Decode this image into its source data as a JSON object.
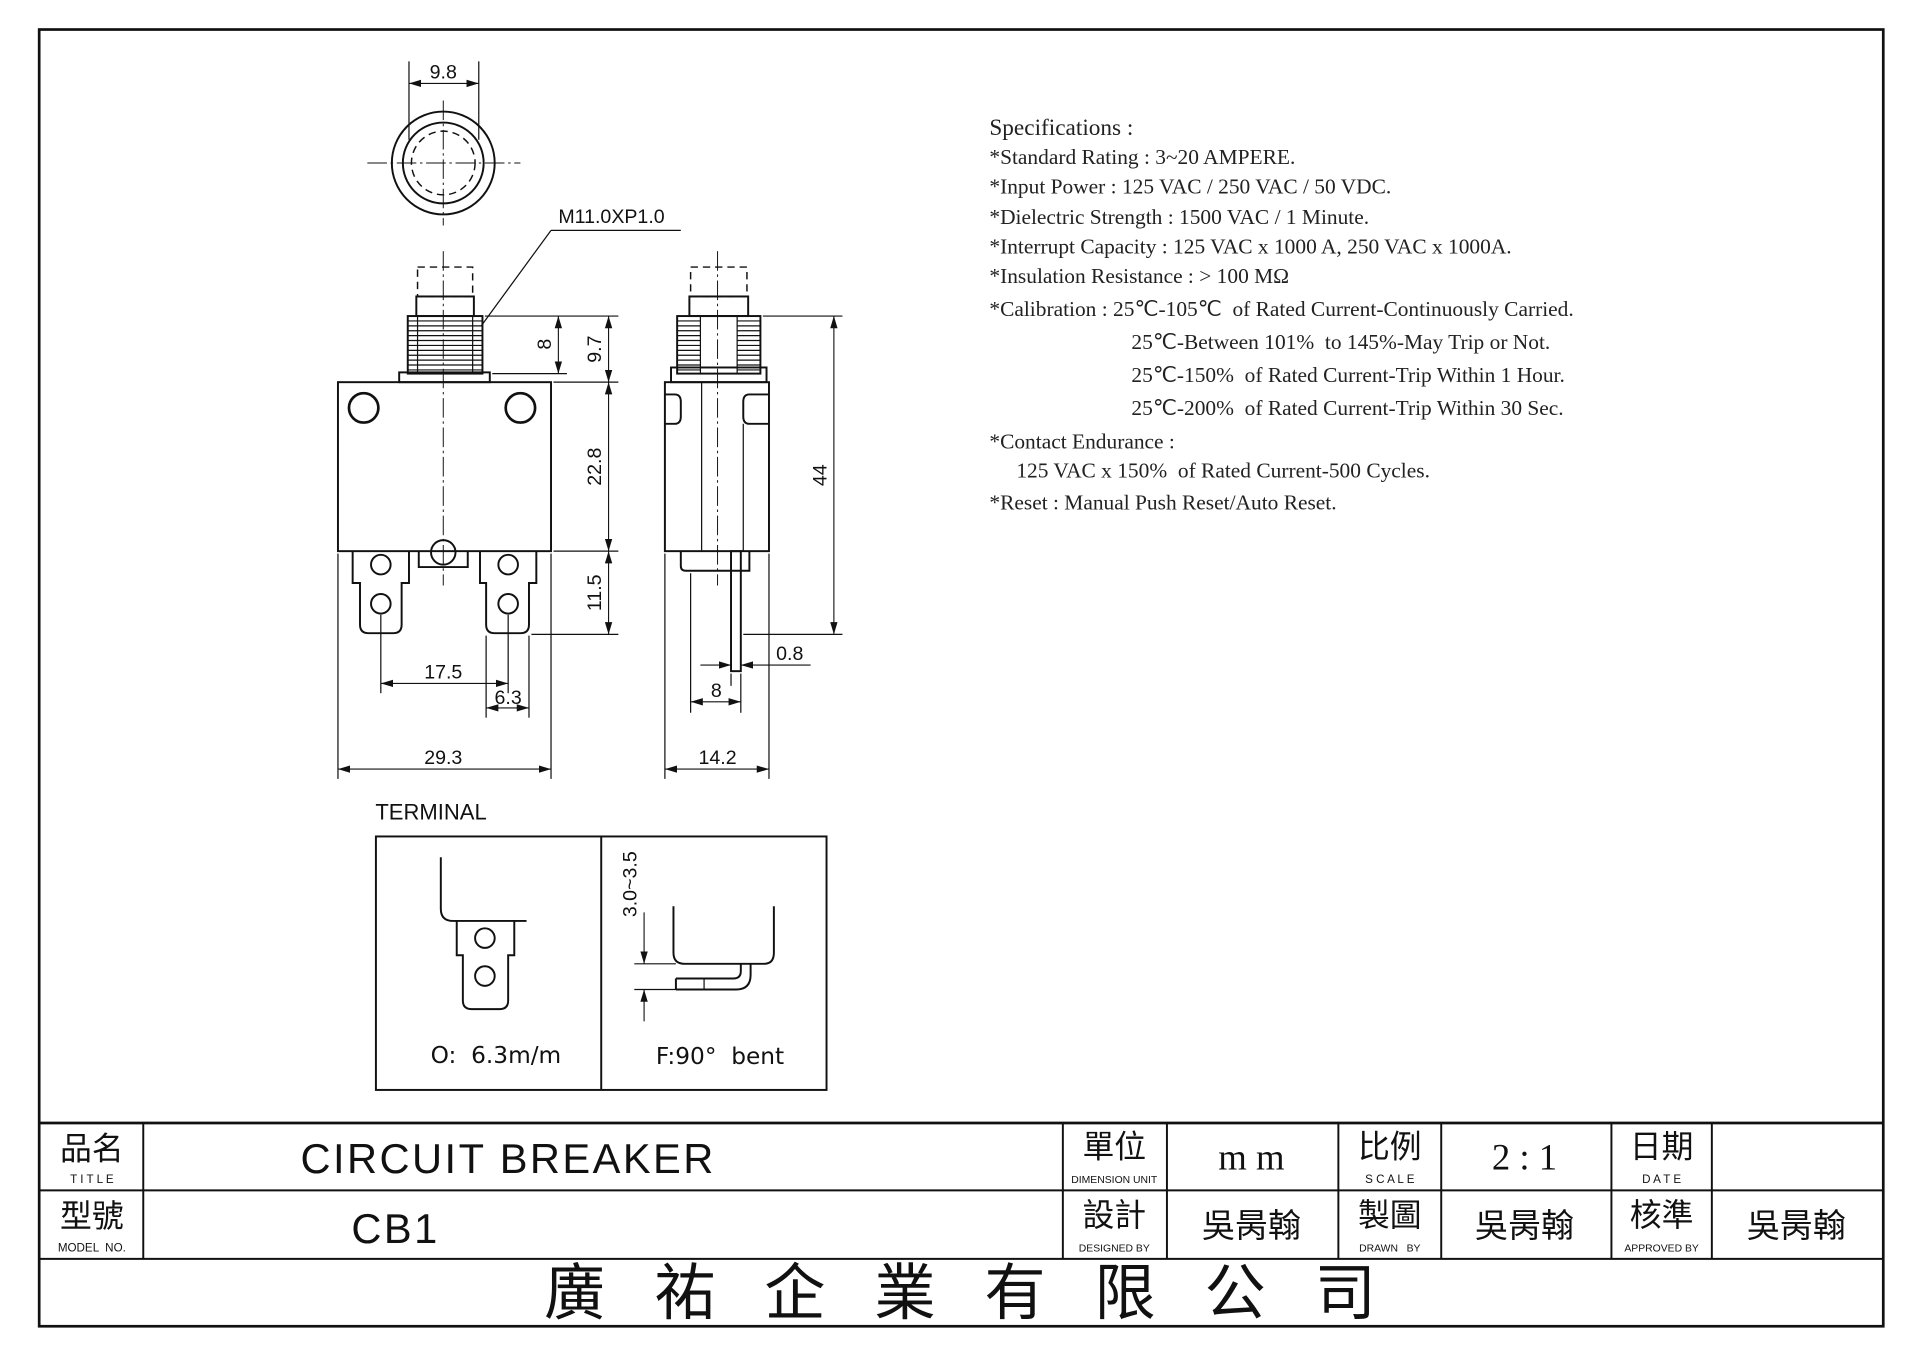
{
  "drawing": {
    "top_view": {
      "dim_diameter": "9.8",
      "thread_spec": "M11.0XP1.0"
    },
    "front_view": {
      "dim_thread_length": "8",
      "dim_button_height": "9.7",
      "dim_body_height": "22.8",
      "dim_terminal_length": "11.5",
      "dim_terminal_pitch": "17.5",
      "dim_terminal_width": "6.3",
      "dim_body_width": "29.3"
    },
    "side_view": {
      "dim_overall_height": "44",
      "dim_terminal_thickness": "0.8",
      "dim_terminal_offset": "8",
      "dim_body_depth": "14.2"
    },
    "terminal_options": {
      "heading": "TERMINAL",
      "straight_label": "O:  6.3m/m",
      "bent_label": "F:90°  bent",
      "dim_bend_height": "3.0~3.5"
    }
  },
  "specifications": {
    "heading": "Specifications :",
    "lines": [
      "*Standard Rating : 3~20 AMPERE.",
      "*Input Power : 125 VAC / 250 VAC / 50 VDC.",
      "*Dielectric Strength : 1500 VAC / 1 Minute.",
      "*Interrupt Capacity : 125 VAC x 1000 A, 250 VAC x 1000A.",
      "*Insulation Resistance : > 100 MΩ",
      "*Calibration : 25℃-105℃  of Rated Current-Continuously Carried.",
      "25℃-Between 101%  to 145%-May Trip or Not.",
      "25℃-150%  of Rated Current-Trip Within 1 Hour.",
      "25℃-200%  of Rated Current-Trip Within 30 Sec.",
      "*Contact Endurance :",
      "125 VAC x 150%  of Rated Current-500 Cycles.",
      "*Reset : Manual Push Reset/Auto Reset."
    ]
  },
  "title_block": {
    "title": {
      "label_zh": "品名",
      "label_en": "T I T L E",
      "value": "CIRCUIT BREAKER"
    },
    "model": {
      "label_zh": "型號",
      "label_en": "MODEL  NO.",
      "value": "CB1"
    },
    "unit": {
      "label_zh": "單位",
      "label_en": "DIMENSION UNIT",
      "value": "m m"
    },
    "scale": {
      "label_zh": "比例",
      "label_en": "S C A L E",
      "value": "2 : 1"
    },
    "date": {
      "label_zh": "日期",
      "label_en": "D A T E"
    },
    "designed_by": {
      "label_zh": "設計",
      "label_en": "DESIGNED BY",
      "value": "吳昺翰"
    },
    "drawn_by": {
      "label_zh": "製圖",
      "label_en": "DRAWN   BY",
      "value": "吳昺翰"
    },
    "approved_by": {
      "label_zh": "核準",
      "label_en": "APPROVED BY",
      "value": "吳昺翰"
    },
    "company": "廣 祐 企 業 有 限 公 司"
  }
}
